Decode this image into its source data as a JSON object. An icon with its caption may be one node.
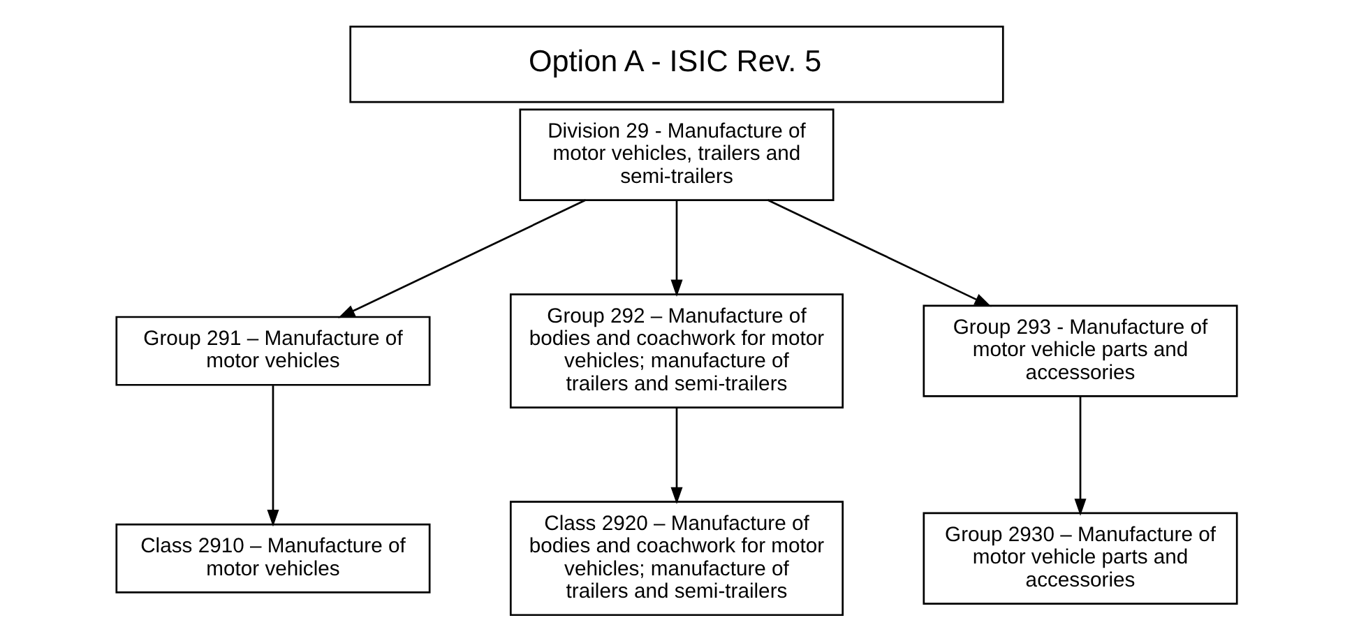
{
  "diagram": {
    "title": "Option A - ISIC Rev. 5",
    "nodes": [
      {
        "text": [
          "Division 29 - Manufacture of motor vehicles, trailers and semi-trailers"
        ]
      },
      {
        "text": [
          "Group 291 – Manufacture of motor vehicles"
        ]
      },
      {
        "text": [
          "Group 292 – Manufacture of bodies and coachwork for motor vehicles; manufacture of trailers and semi-trailers"
        ]
      },
      {
        "text": [
          "Group 293 - Manufacture of motor vehicle parts and accessories"
        ]
      },
      {
        "text": [
          "Class 2910 – Manufacture of motor vehicles"
        ]
      },
      {
        "text": [
          "Class 2920 – Manufacture of bodies and coachwork for motor vehicles; manufacture of trailers and semi-trailers"
        ]
      },
      {
        "text": [
          "Group 2930 – Manufacture of motor vehicle parts and accessories"
        ]
      }
    ],
    "edges": [
      {
        "from": 0,
        "to": 1,
        "arrow": "to"
      },
      {
        "from": 0,
        "to": 2,
        "arrow": "to"
      },
      {
        "from": 0,
        "to": 3,
        "arrow": "to"
      },
      {
        "from": 1,
        "to": 4,
        "arrow": "to"
      },
      {
        "from": 2,
        "to": 5,
        "arrow": "to"
      },
      {
        "from": 3,
        "to": 6,
        "arrow": "to"
      }
    ]
  }
}
